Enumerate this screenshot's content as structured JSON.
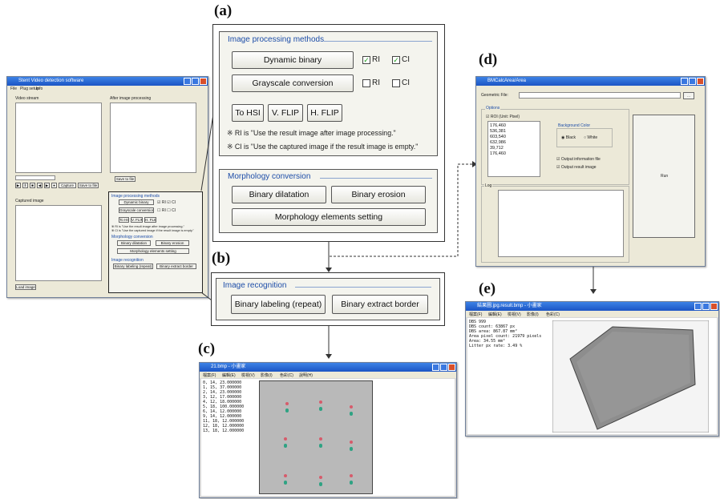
{
  "panels": {
    "a": "(a)",
    "b": "(b)",
    "c": "(c)",
    "d": "(d)",
    "e": "(e)"
  },
  "left_window": {
    "title": "Stent Video detection software",
    "menu": [
      "File",
      "Plug setup",
      "Info"
    ],
    "video_label": "Video stream",
    "result_label": "After image processing",
    "captured_label": "Captured image",
    "playback": [
      "Capture",
      "Save to file"
    ],
    "save_button": "Save to file",
    "load_button": "Load image",
    "mini_group": "Image processing methods",
    "mini_buttons": [
      "Dynamic binary",
      "Grayscale conversion",
      "To HSI",
      "V. FLIP",
      "H. FLIP"
    ],
    "mini_morph": "Morphology conversion",
    "mini_morph_buttons": [
      "Binary dilatation",
      "Binary erosion",
      "Morphology elements setting"
    ],
    "mini_recog": "Image recognition",
    "mini_recog_buttons": [
      "Binary labeling (repeat)",
      "Binary extract border"
    ]
  },
  "processing": {
    "title": "Image processing methods",
    "dynamic_binary": "Dynamic binary",
    "grayscale": "Grayscale conversion",
    "ri": "RI",
    "ci": "CI",
    "to_hsi": "To HSI",
    "vflip": "V. FLIP",
    "hflip": "H. FLIP",
    "note_ri": "※ RI is \"Use the result image after image processing.\"",
    "note_ci": "※ CI is \"Use the captured image if the result image is empty.\""
  },
  "morphology": {
    "title": "Morphology conversion",
    "dilatation": "Binary dilatation",
    "erosion": "Binary erosion",
    "elements": "Morphology elements setting"
  },
  "recognition": {
    "title": "Image recognition",
    "labeling": "Binary labeling (repeat)",
    "border": "Binary extract border"
  },
  "window_c": {
    "title": "21.bmp - 小畫家",
    "menu": [
      "檔案(F)",
      "編輯(E)",
      "檢視(V)",
      "影像(I)",
      "色彩(C)",
      "說明(H)"
    ],
    "lines": [
      "0, 14, 23.000000",
      "1, 15, 37.000000",
      "2, 14, 23.000000",
      "3, 12, 17.000000",
      "4, 12, 18.000000",
      "5, 18, 100.000000",
      "6, 14, 12.000000",
      "9, 14, 12.000000",
      "11, 18, 12.000000",
      "12, 18, 12.000000",
      "13, 18, 12.000000"
    ]
  },
  "window_d": {
    "title": "BMCalcArea/Area",
    "geometric_label": "Geometric File:",
    "browse": "...",
    "options_label": "Options",
    "roi_label": "ROI (Unit: Pixel)",
    "roi_values": [
      "176,460",
      "536,381",
      "603,540",
      "632,986",
      "39,712",
      "176,460"
    ],
    "bg_label": "Background Color",
    "black": "Black",
    "white": "White",
    "output_info": "Output information file",
    "output_result": "Output result image",
    "log_label": "Log",
    "run": "Run"
  },
  "window_e": {
    "title": "結果圖.jpg.result.bmp - 小畫家",
    "menu": [
      "檔案(F)",
      "編輯(E)",
      "檢視(V)",
      "影像(I)",
      "色彩(C)"
    ],
    "lines": [
      "DBS 999",
      "DBS count: 63867 px",
      "DBS area: 867.87 mm²",
      "Area pixel count: 21979 pixels",
      "Area: 34.55 mm²",
      "Litter px rate: 3.49 %"
    ]
  },
  "colors": {
    "accent": "#1d4da8",
    "title_bar": "#2461d4",
    "close": "#d8502c",
    "page_bg": "#ffffff"
  }
}
